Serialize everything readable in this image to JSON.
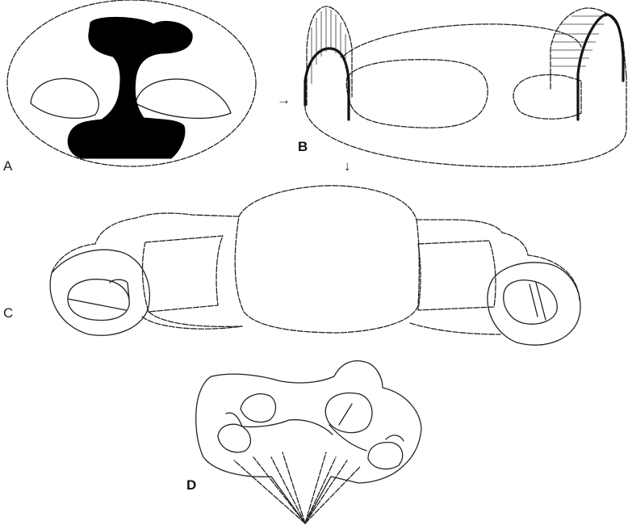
{
  "panels": {
    "a": {
      "label": "A"
    },
    "b": {
      "label": "B"
    },
    "c": {
      "label": "C"
    },
    "d": {
      "label": "D"
    }
  },
  "arrows": {
    "a_to_b": "→",
    "b_to_c": "↓"
  }
}
